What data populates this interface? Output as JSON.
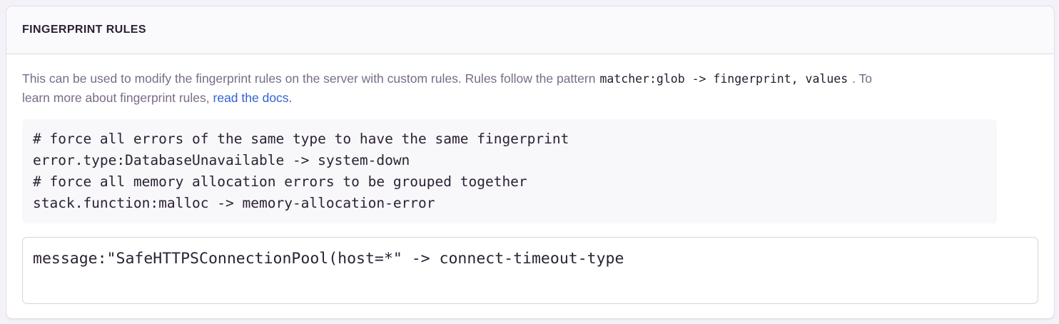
{
  "panel": {
    "title": "FINGERPRINT RULES",
    "description": {
      "intro": "This can be used to modify the fingerprint rules on the server with custom rules. Rules follow the pattern",
      "pattern_code": "matcher:glob -> fingerprint, values",
      "after_code": ". To",
      "line2": "learn more about fingerprint rules,",
      "link_text": "read the docs."
    },
    "example_code": "# force all errors of the same type to have the same fingerprint\nerror.type:DatabaseUnavailable -> system-down\n# force all memory allocation errors to be grouped together\nstack.function:malloc -> memory-allocation-error",
    "input_value": "message:\"SafeHTTPSConnectionPool(host=*\" -> connect-timeout-type"
  },
  "colors": {
    "heading_text": "#2B2233",
    "body_text": "#796C87",
    "code_text": "#2B2233",
    "link": "#3162D3",
    "panel_border": "#E2DDE8",
    "header_background": "#FAF9FB",
    "code_block_background": "#F8F7FA",
    "input_border": "#D9D2E0",
    "page_background": "#F4F2F8"
  }
}
